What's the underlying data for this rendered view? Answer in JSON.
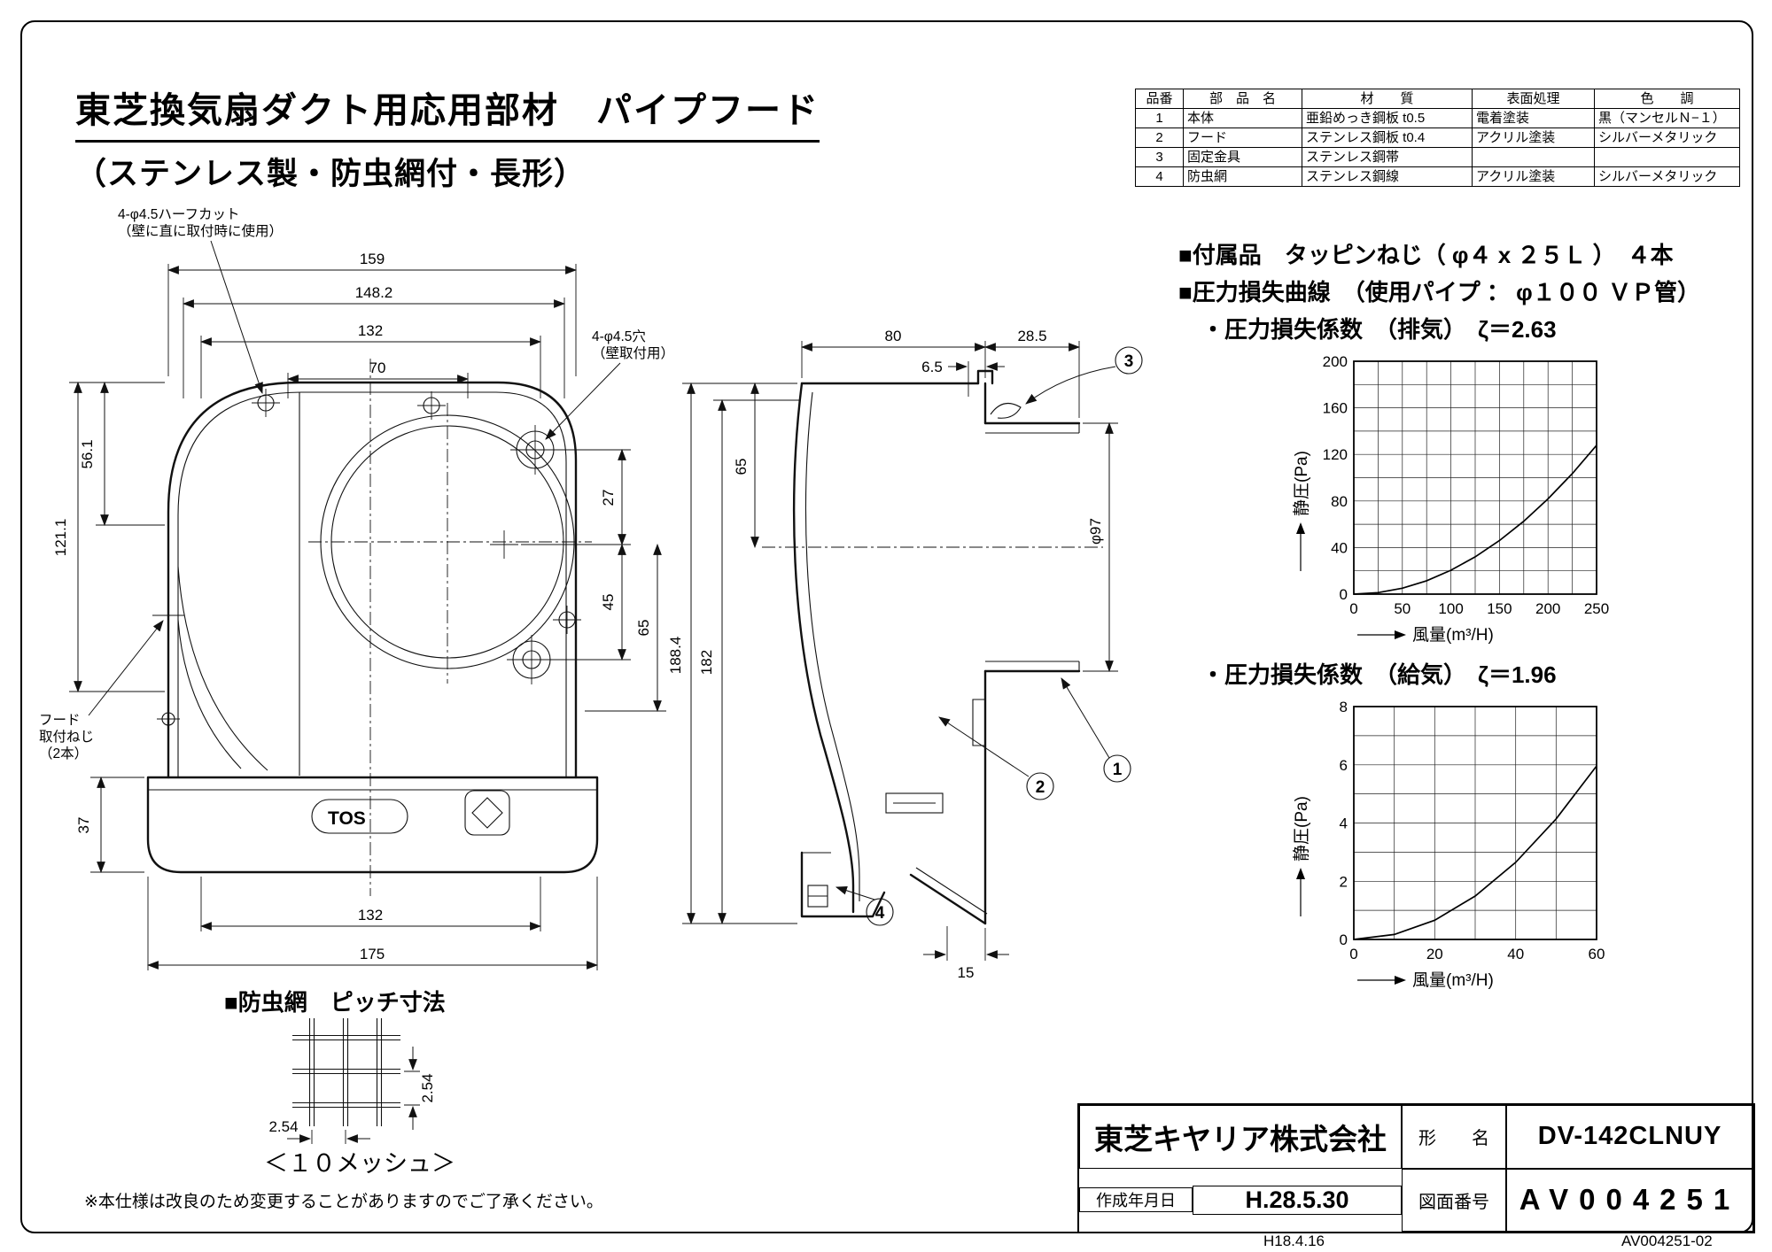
{
  "page": {
    "title_line1": "東芝換気扇ダクト用応用部材　パイプフード",
    "title_line2": "（ステンレス製・防虫網付・長形）",
    "disclaimer": "※本仕様は改良のため変更することがありますのでご了承ください。",
    "footer_center": "H18.4.16",
    "footer_right": "AV004251-02"
  },
  "parts_table": {
    "headers": [
      "品番",
      "部　品　名",
      "材　　質",
      "表面処理",
      "色　　調"
    ],
    "rows": [
      [
        "1",
        "本体",
        "亜鉛めっき鋼板 t0.5",
        "電着塗装",
        "黒（マンセルＮ−１）"
      ],
      [
        "2",
        "フード",
        "ステンレス鋼板 t0.4",
        "アクリル塗装",
        "シルバーメタリック"
      ],
      [
        "3",
        "固定金具",
        "ステンレス鋼帯",
        "",
        ""
      ],
      [
        "4",
        "防虫網",
        "ステンレス鋼線",
        "アクリル塗装",
        "シルバーメタリック"
      ]
    ]
  },
  "specs": {
    "accessories": "■付属品　タッピンねじ（ φ４ x ２５Ｌ ）　４本",
    "pressure_title": "■圧力損失曲線　（使用パイプ ： φ１００ ＶＰ管）",
    "exhaust": "・圧力損失係数　（排気）　ζ＝2.63",
    "supply": "・圧力損失係数　（給気）　ζ＝1.96"
  },
  "front_view": {
    "dim_159": "159",
    "dim_148": "148.2",
    "dim_132_top": "132",
    "dim_70": "70",
    "dim_56": "56.1",
    "dim_121": "121.1",
    "dim_37": "37",
    "dim_27": "27",
    "dim_45": "45",
    "dim_65": "65",
    "dim_132_bottom": "132",
    "dim_175": "175",
    "note_halfcut_1": "4-φ4.5ハーフカット",
    "note_halfcut_2": "（壁に直に取付時に使用）",
    "note_hole_1": "4-φ4.5穴",
    "note_hole_2": "（壁取付用）",
    "note_screw_1": "フード",
    "note_screw_2": "取付ねじ",
    "note_screw_3": "（2本）",
    "logo": "TOS"
  },
  "side_view": {
    "dim_80": "80",
    "dim_285": "28.5",
    "dim_65": "65",
    "dim_65b": "6.5",
    "dim_188": "188.4",
    "dim_182": "182",
    "dim_phi97": "φ97",
    "dim_15": "15",
    "balloon_1": "1",
    "balloon_2": "2",
    "balloon_3": "3",
    "balloon_4": "4"
  },
  "mesh": {
    "title": "■防虫網　ピッチ寸法",
    "mesh_label": "＜１０メッシュ＞",
    "pitch_h": "2.54",
    "pitch_v": "2.54"
  },
  "title_block": {
    "company": "東芝キヤリア株式会社",
    "model_label": "形　　名",
    "model_value": "DV-142CLNUY",
    "date_label": "作成年月日",
    "date_value": "H.28.5.30",
    "number_label": "図面番号",
    "number_value": "AV004251"
  },
  "chart_data": [
    {
      "type": "line",
      "title": "圧力損失曲線（排気） ζ=2.63",
      "xlabel": "風量(m³/H)",
      "ylabel": "静圧(Pa)",
      "xlim": [
        0,
        250
      ],
      "ylim": [
        0,
        200
      ],
      "xticks": [
        0,
        50,
        100,
        150,
        200,
        250
      ],
      "yticks": [
        0,
        40,
        80,
        120,
        160,
        200
      ],
      "xminor": 25,
      "yminor": 20,
      "grid": true,
      "legend": "none",
      "points": [
        [
          0,
          0
        ],
        [
          25,
          1.3
        ],
        [
          50,
          5.1
        ],
        [
          75,
          11.5
        ],
        [
          100,
          20.5
        ],
        [
          125,
          32
        ],
        [
          150,
          46
        ],
        [
          175,
          62.6
        ],
        [
          200,
          81.8
        ],
        [
          225,
          103.5
        ],
        [
          250,
          127.8
        ]
      ]
    },
    {
      "type": "line",
      "title": "圧力損失曲線（給気） ζ=1.96",
      "xlabel": "風量(m³/H)",
      "ylabel": "静圧(Pa)",
      "xlim": [
        0,
        60
      ],
      "ylim": [
        0,
        8
      ],
      "xticks": [
        0,
        20,
        40,
        60
      ],
      "yticks": [
        0,
        2,
        4,
        6,
        8
      ],
      "xminor": 10,
      "yminor": 1,
      "grid": true,
      "legend": "none",
      "points": [
        [
          0,
          0
        ],
        [
          10,
          0.17
        ],
        [
          20,
          0.66
        ],
        [
          30,
          1.49
        ],
        [
          40,
          2.65
        ],
        [
          50,
          4.14
        ],
        [
          60,
          5.96
        ]
      ]
    }
  ]
}
